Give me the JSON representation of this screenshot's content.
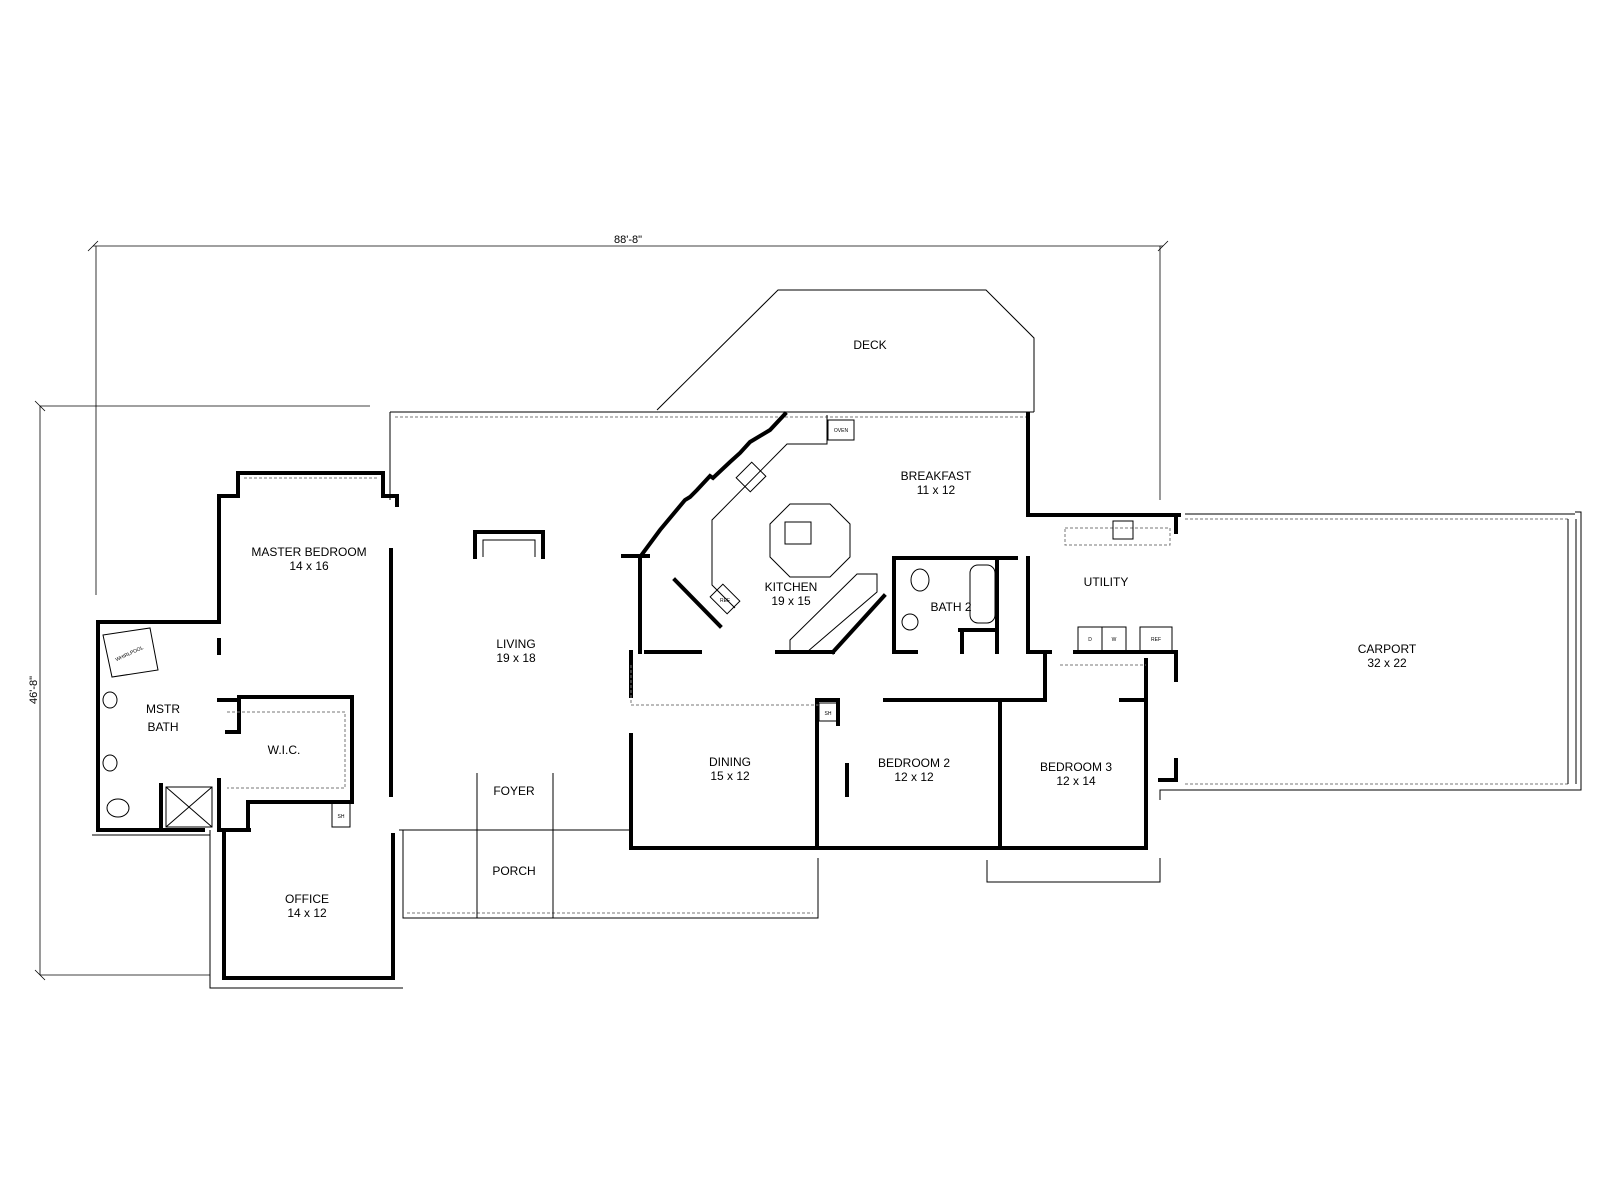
{
  "dimensions": {
    "width": "88'-8\"",
    "depth": "46'-8\""
  },
  "rooms": {
    "deck": {
      "name": "DECK"
    },
    "breakfast": {
      "name": "BREAKFAST",
      "size": "11 x 12"
    },
    "kitchen": {
      "name": "KITCHEN",
      "size": "19 x 15"
    },
    "master_bedroom": {
      "name": "MASTER BEDROOM",
      "size": "14 x 16"
    },
    "living": {
      "name": "LIVING",
      "size": "19 x 18"
    },
    "utility": {
      "name": "UTILITY"
    },
    "bath2": {
      "name": "BATH 2"
    },
    "carport": {
      "name": "CARPORT",
      "size": "32 x 22"
    },
    "mstr_bath": {
      "name_line1": "MSTR",
      "name_line2": "BATH"
    },
    "wic": {
      "name": "W.I.C."
    },
    "dining": {
      "name": "DINING",
      "size": "15 x 12"
    },
    "bedroom2": {
      "name": "BEDROOM 2",
      "size": "12 x 12"
    },
    "bedroom3": {
      "name": "BEDROOM 3",
      "size": "12 x 14"
    },
    "foyer": {
      "name": "FOYER"
    },
    "porch": {
      "name": "PORCH"
    },
    "office": {
      "name": "OFFICE",
      "size": "14 x 12"
    }
  },
  "fixtures": {
    "oven": "OVEN",
    "ref_kitchen": "REF",
    "ref_utility": "REF",
    "whirlpool": "WHIRLPOOL",
    "washer": "W",
    "dryer": "D",
    "linen": "SH"
  }
}
